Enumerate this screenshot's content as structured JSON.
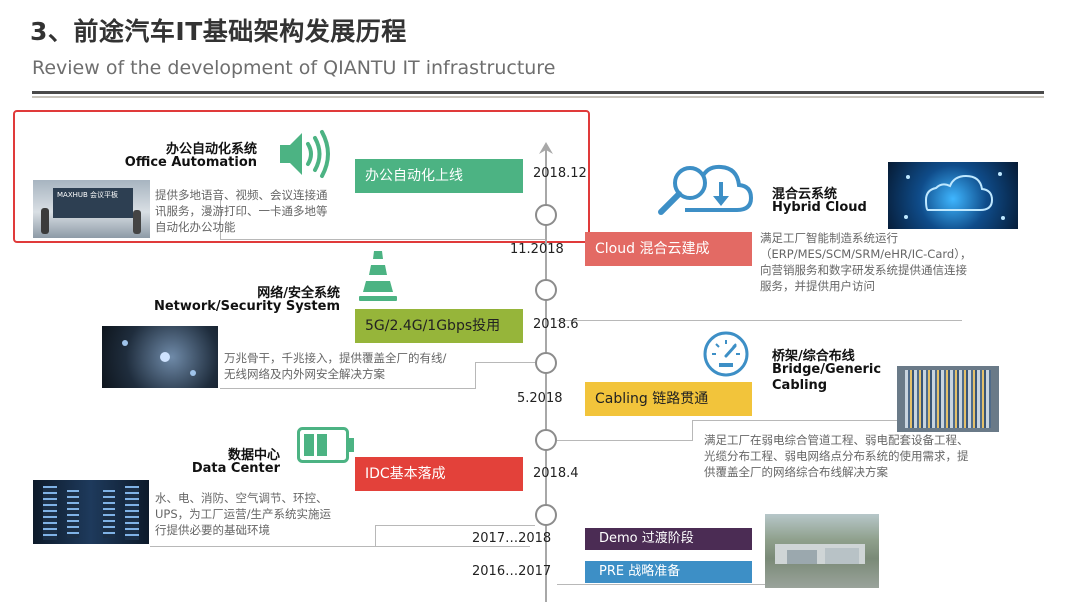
{
  "header": {
    "title": "3、前途汽车IT基础架构发展历程",
    "subtitle": "Review of the development of QIANTU IT infrastructure"
  },
  "colors": {
    "green": "#4cb383",
    "red": "#e3413a",
    "salmon": "#e36a64",
    "olive": "#96b53a",
    "yellow": "#f2c43b",
    "purple": "#4b2c54",
    "blue": "#3d8fc6",
    "teal": "#35a383"
  },
  "left_sections": [
    {
      "title_cn": "办公自动化系统",
      "title_en": "Office Automation",
      "desc_lines": [
        "提供多地语音、视频、会议连接通",
        "讯服务，漫游打印、一卡通多地等",
        "自动化办公功能"
      ],
      "icon": "speaker-icon",
      "photo_text": "MAXHUB 会议平板"
    },
    {
      "title_cn": "网络/安全系统",
      "title_en": "Network/Security System",
      "desc_lines": [
        "万兆骨干，千兆接入，提供覆盖全厂的有线/",
        "无线网络及内外网安全解决方案"
      ],
      "icon": "signal-cone-icon"
    },
    {
      "title_cn": "数据中心",
      "title_en": "Data Center",
      "desc_lines": [
        "水、电、消防、空气调节、环控、",
        "UPS，为工厂运营/生产系统实施运",
        "行提供必要的基础环境"
      ],
      "icon": "battery-icon"
    }
  ],
  "right_sections": [
    {
      "title_cn": "混合云系统",
      "title_en": "Hybrid Cloud",
      "desc_lines": [
        "满足工厂智能制造系统运行",
        "（ERP/MES/SCM/SRM/eHR/IC-Card），",
        "向营销服务和数字研发系统提供通信连接",
        "服务，并提供用户访问"
      ],
      "icon": "cloud-search-icon"
    },
    {
      "title_cn": "桥架/综合布线",
      "title_en_line1": "Bridge/Generic",
      "title_en_line2": "Cabling",
      "desc_lines": [
        "满足工厂在弱电综合管道工程、弱电配套设备工程、",
        "光缆分布工程、弱电网络点分布系统的使用需求，提",
        "供覆盖全厂的网络综合布线解决方案"
      ],
      "icon": "gauge-icon"
    }
  ],
  "milestones": [
    {
      "label": "办公自动化上线",
      "date": "2018.12",
      "color": "#4cb383"
    },
    {
      "label": "Cloud 混合云建成",
      "date": "11.2018",
      "color": "#e36a64"
    },
    {
      "label": "5G/2.4G/1Gbps投用",
      "date": "2018.6",
      "color": "#96b53a"
    },
    {
      "label": "Cabling 链路贯通",
      "date": "5.2018",
      "color": "#f2c43b"
    },
    {
      "label": "IDC基本落成",
      "date": "2018.4",
      "color": "#e3413a"
    },
    {
      "label": "Demo 过渡阶段",
      "date": "2017…2018",
      "color": "#4b2c54"
    },
    {
      "label": "PRE   战略准备",
      "date": "2016…2017",
      "color": "#3d8fc6"
    }
  ]
}
